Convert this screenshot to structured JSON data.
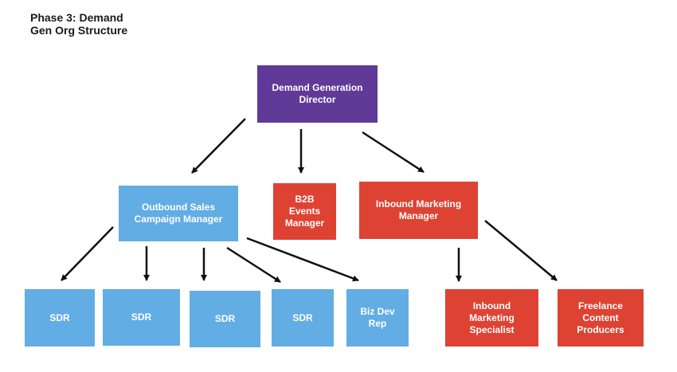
{
  "title": "Phase 3: Demand\nGen Org Structure",
  "colors": {
    "director": "#603a98",
    "outbound": "#62ade4",
    "inbound": "#de4233",
    "arrow": "#111111"
  },
  "nodes": {
    "director": "Demand Generation\nDirector",
    "outbound_manager": "Outbound Sales\nCampaign Manager",
    "events_manager": "B2B\nEvents\nManager",
    "inbound_manager": "Inbound Marketing\nManager",
    "sdr_1": "SDR",
    "sdr_2": "SDR",
    "sdr_3": "SDR",
    "sdr_4": "SDR",
    "biz_dev_rep": "Biz Dev\nRep",
    "inbound_specialist": "Inbound\nMarketing\nSpecialist",
    "freelance_producers": "Freelance\nContent\nProducers"
  }
}
